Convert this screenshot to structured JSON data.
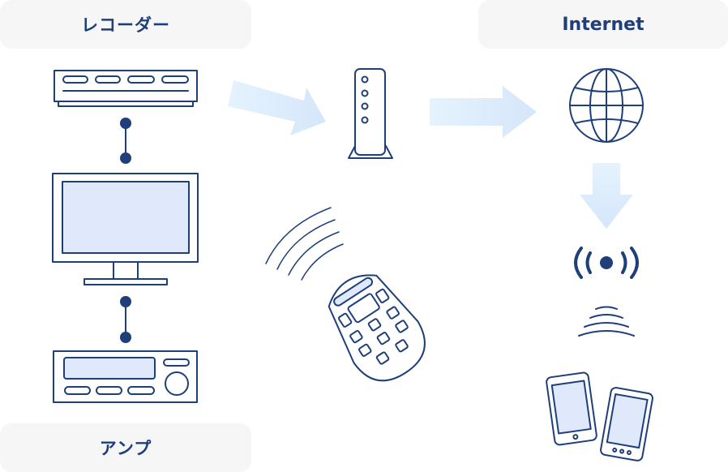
{
  "labels": {
    "recorder": "レコーダー",
    "amp": "アンプ",
    "internet": "Internet"
  },
  "colors": {
    "stroke": "#1e3f7a",
    "screen_fill": "#dfe9fb",
    "arrow_fill": "#dcecfb",
    "label_bg": "#f6f6f7"
  },
  "icons": [
    "recorder-icon",
    "tv-icon",
    "amplifier-icon",
    "router-icon",
    "globe-icon",
    "wireless-signal-icon",
    "remote-control-icon",
    "smartphone-icon",
    "smartphone-icon"
  ]
}
